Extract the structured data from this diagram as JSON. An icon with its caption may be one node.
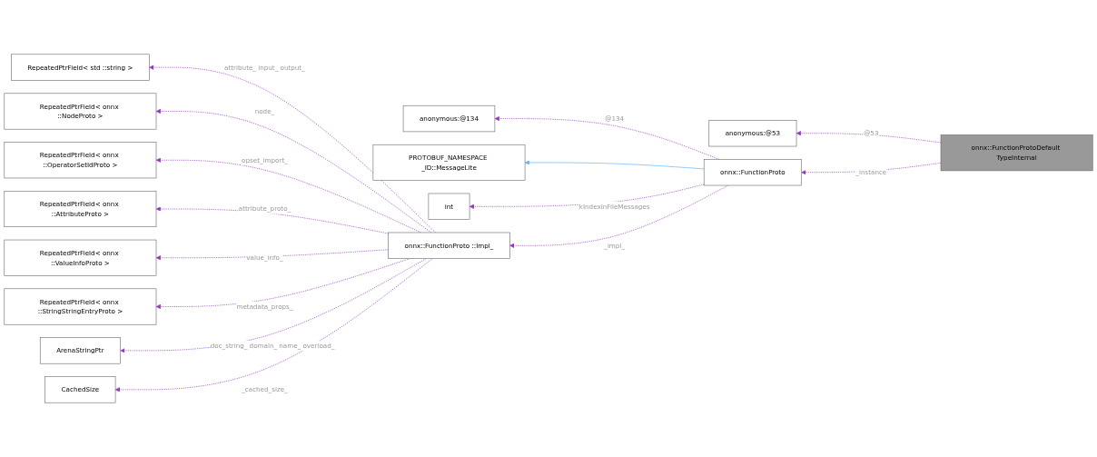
{
  "diagram": {
    "nodes": [
      {
        "text": [
          "RepeatedPtrField< std ::string >"
        ]
      },
      {
        "text": [
          "RepeatedPtrField< onnx ::NodeProto >"
        ]
      },
      {
        "text": [
          "RepeatedPtrField< onnx ::OperatorSetIdProto >"
        ]
      },
      {
        "text": [
          "RepeatedPtrField< onnx ::AttributeProto >"
        ]
      },
      {
        "text": [
          "RepeatedPtrField< onnx ::ValueInfoProto >"
        ]
      },
      {
        "text": [
          "RepeatedPtrField< onnx ::StringStringEntryProto >"
        ]
      },
      {
        "text": [
          "ArenaStringPtr"
        ]
      },
      {
        "text": [
          "CachedSize"
        ]
      },
      {
        "text": [
          "PROTOBUF_NAMESPACE _ID::MessageLite"
        ]
      },
      {
        "text": [
          "int"
        ]
      },
      {
        "text": [
          "onnx::FunctionProto ::Impl_"
        ]
      },
      {
        "text": [
          "anonymous:@134"
        ]
      },
      {
        "text": [
          "onnx::FunctionProto"
        ]
      },
      {
        "text": [
          "anonymous:@53"
        ]
      },
      {
        "text": [
          "onnx::FunctionProtoDefault TypeInternal"
        ]
      }
    ],
    "edges": [
      {
        "from": 10,
        "to": 0,
        "arrow": "to",
        "label": "attribute_ input_ output_",
        "style": "dashed"
      },
      {
        "from": 10,
        "to": 1,
        "arrow": "to",
        "label": "node_",
        "style": "dashed"
      },
      {
        "from": 10,
        "to": 2,
        "arrow": "to",
        "label": "opset_import_",
        "style": "dashed"
      },
      {
        "from": 10,
        "to": 3,
        "arrow": "to",
        "label": "attribute_proto_",
        "style": "dashed"
      },
      {
        "from": 10,
        "to": 4,
        "arrow": "to",
        "label": "value_info_",
        "style": "dashed"
      },
      {
        "from": 10,
        "to": 5,
        "arrow": "to",
        "label": "metadata_props_",
        "style": "dashed"
      },
      {
        "from": 10,
        "to": 6,
        "arrow": "to",
        "label": "doc_string_ domain_ name_ overload_",
        "style": "dashed"
      },
      {
        "from": 10,
        "to": 7,
        "arrow": "to",
        "label": "_cached_size_",
        "style": "dashed"
      },
      {
        "from": 12,
        "to": 8,
        "arrow": "to",
        "color": "#63b8ff"
      },
      {
        "from": 12,
        "to": 9,
        "arrow": "to",
        "label": "kIndexInFileMessages",
        "style": "dashed"
      },
      {
        "from": 12,
        "to": 10,
        "arrow": "to",
        "label": "_impl_",
        "style": "dashed"
      },
      {
        "from": 12,
        "to": 11,
        "arrow": "to",
        "label": "@134",
        "style": "dashed"
      },
      {
        "from": 14,
        "to": 12,
        "arrow": "to",
        "label": "_instance",
        "style": "dashed"
      },
      {
        "from": 14,
        "to": 13,
        "arrow": "to",
        "label": "@53",
        "style": "dashed"
      }
    ]
  }
}
